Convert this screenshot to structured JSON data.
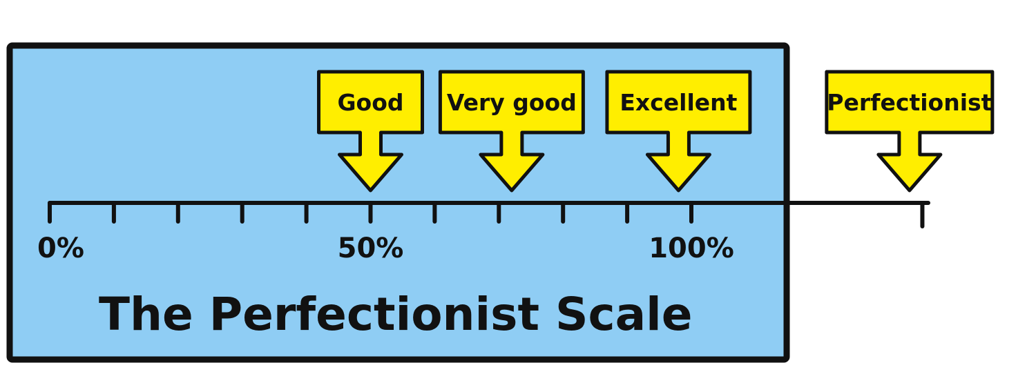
{
  "title": "The Perfectionist Scale",
  "scale": {
    "min": 0,
    "max": 100,
    "end": 136,
    "minor_tick_step": 10,
    "labeled_ticks": [
      {
        "value": 0,
        "label": "0%"
      },
      {
        "value": 50,
        "label": "50%"
      },
      {
        "value": 100,
        "label": "100%"
      }
    ]
  },
  "markers": [
    {
      "label": "Good",
      "value": 50
    },
    {
      "label": "Very good",
      "value": 72
    },
    {
      "label": "Excellent",
      "value": 98
    },
    {
      "label": "Perfectionist",
      "value": 134
    }
  ],
  "colors": {
    "panel": "#8fcdf4",
    "marker": "#ffee00",
    "ink": "#111111",
    "background": "#ffffff"
  }
}
